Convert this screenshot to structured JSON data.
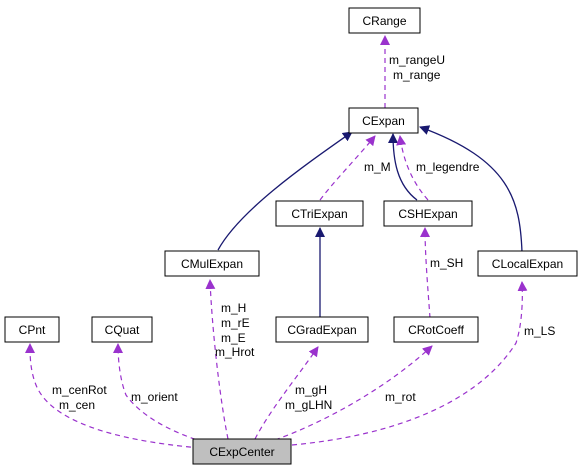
{
  "nodes": {
    "crange": "CRange",
    "cexpan": "CExpan",
    "ctriexpan": "CTriExpan",
    "cshexpan": "CSHExpan",
    "cmulexpan": "CMulExpan",
    "clocalexpan": "CLocalExpan",
    "cgradexpan": "CGradExpan",
    "crotcoeff": "CRotCoeff",
    "cpnt": "CPnt",
    "cquat": "CQuat",
    "cexpcenter": "CExpCenter"
  },
  "labels": {
    "range_1": "m_rangeU",
    "range_2": "m_range",
    "m_M": "m_M",
    "legendre": "m_legendre",
    "h_1": "m_H",
    "h_2": "m_rE",
    "h_3": "m_E",
    "h_4": "m_Hrot",
    "sh": "m_SH",
    "ls": "m_LS",
    "cen_1": "m_cenRot",
    "cen_2": "m_cen",
    "orient": "m_orient",
    "gh_1": "m_gH",
    "gh_2": "m_gLHN",
    "rot": "m_rot"
  },
  "colors": {
    "inheritance": "#191970",
    "usage": "#9a32cd",
    "focus_fill": "#bfbfbf"
  }
}
